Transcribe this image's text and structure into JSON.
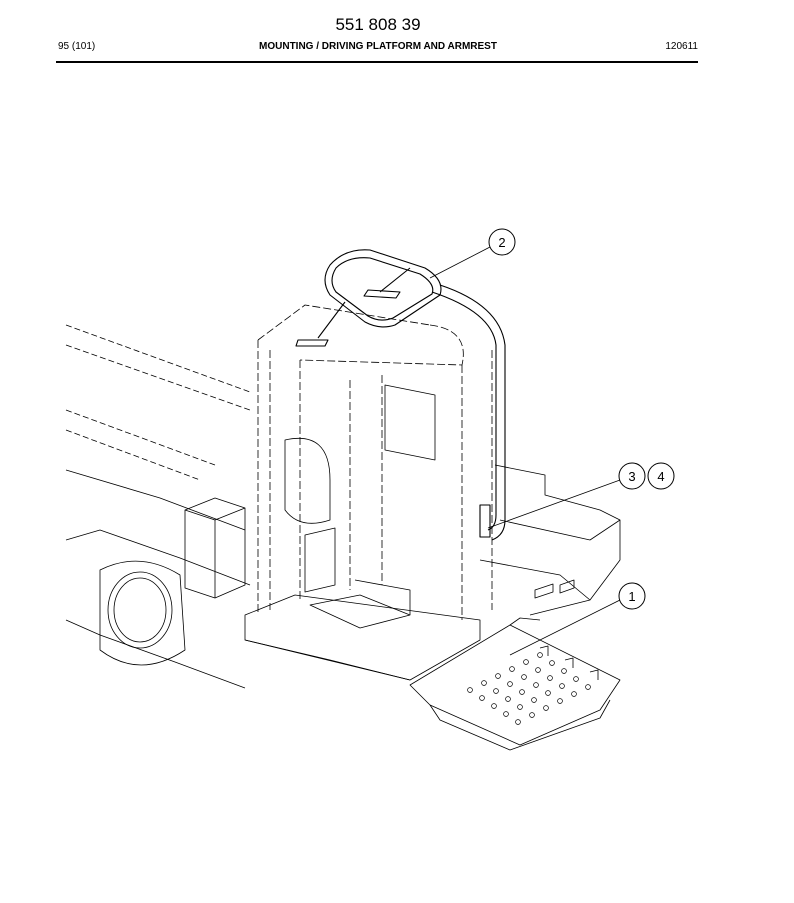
{
  "header": {
    "doc_number": "551 808 39",
    "page_ref": "95 (101)",
    "section_title": "MOUNTING / DRIVING PLATFORM AND ARMREST",
    "date_code": "120611"
  },
  "callouts": [
    {
      "label": "1"
    },
    {
      "label": "2"
    },
    {
      "label": "3"
    },
    {
      "label": "4"
    }
  ],
  "colors": {
    "line": "#000000",
    "background": "#ffffff"
  }
}
